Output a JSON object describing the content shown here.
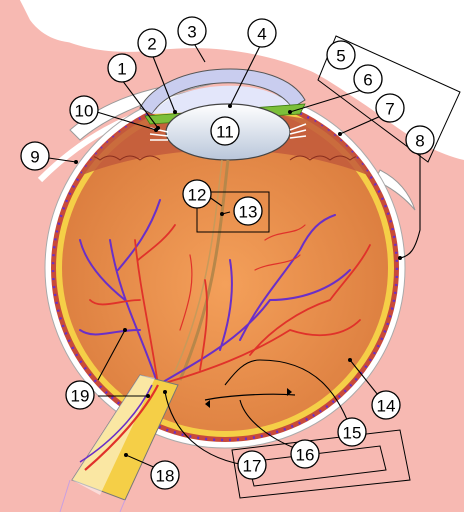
{
  "figure": {
    "subject": "human eye cross-section",
    "colors": {
      "background_skin": "#f7b9b2",
      "sclera": "#ffffff",
      "choroid": "#c84a3a",
      "retina": "#f5cf47",
      "vitreous": "#e8894a",
      "cornea": "#c9cdef",
      "lens": "#dde6f2",
      "iris": "#7cbf3a",
      "vessel_artery": "#e0322a",
      "vessel_vein": "#6a2fc8",
      "optic_nerve": "#f5cf47"
    }
  },
  "callouts": [
    {
      "label": "1"
    },
    {
      "label": "2"
    },
    {
      "label": "3"
    },
    {
      "label": "4"
    },
    {
      "label": "5"
    },
    {
      "label": "6"
    },
    {
      "label": "7"
    },
    {
      "label": "8"
    },
    {
      "label": "9"
    },
    {
      "label": "10"
    },
    {
      "label": "11"
    },
    {
      "label": "12"
    },
    {
      "label": "13"
    },
    {
      "label": "14"
    },
    {
      "label": "15"
    },
    {
      "label": "16"
    },
    {
      "label": "17"
    },
    {
      "label": "18"
    },
    {
      "label": "19"
    }
  ]
}
